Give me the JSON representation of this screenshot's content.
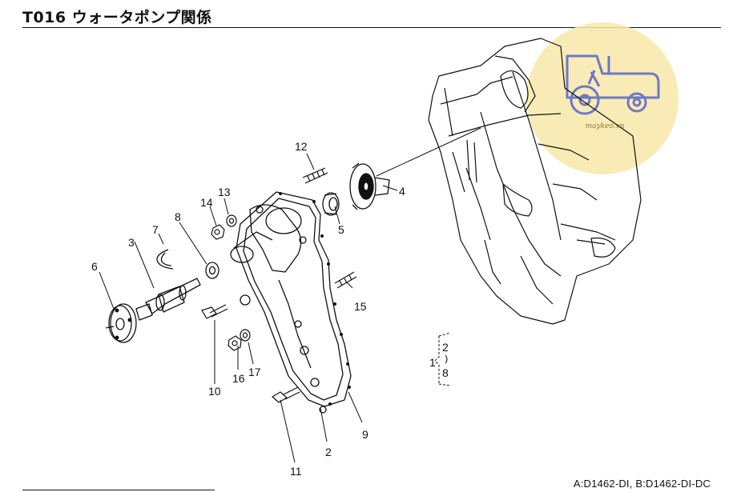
{
  "title": "T016 ウォータポンプ関係",
  "watermark_text": "maykeo.vn",
  "footer_note": "A:D1462-DI,  B:D1462-DI-DC",
  "callouts": [
    {
      "id": "1",
      "label": "1"
    },
    {
      "id": "2",
      "label": "2"
    },
    {
      "id": "3",
      "label": "3"
    },
    {
      "id": "4",
      "label": "4"
    },
    {
      "id": "5",
      "label": "5"
    },
    {
      "id": "6",
      "label": "6"
    },
    {
      "id": "7",
      "label": "7"
    },
    {
      "id": "8",
      "label": "8"
    },
    {
      "id": "9",
      "label": "9"
    },
    {
      "id": "10",
      "label": "10"
    },
    {
      "id": "11",
      "label": "11"
    },
    {
      "id": "12",
      "label": "12"
    },
    {
      "id": "13",
      "label": "13"
    },
    {
      "id": "14",
      "label": "14"
    },
    {
      "id": "15",
      "label": "15"
    },
    {
      "id": "16",
      "label": "16"
    },
    {
      "id": "17",
      "label": "17"
    }
  ],
  "group_legend": {
    "parent": "1",
    "upper": "2",
    "lower": "8"
  },
  "colors": {
    "ink": "#111111",
    "watermark": "#f7e7a8",
    "watermark_ink": "#6e78c8"
  }
}
